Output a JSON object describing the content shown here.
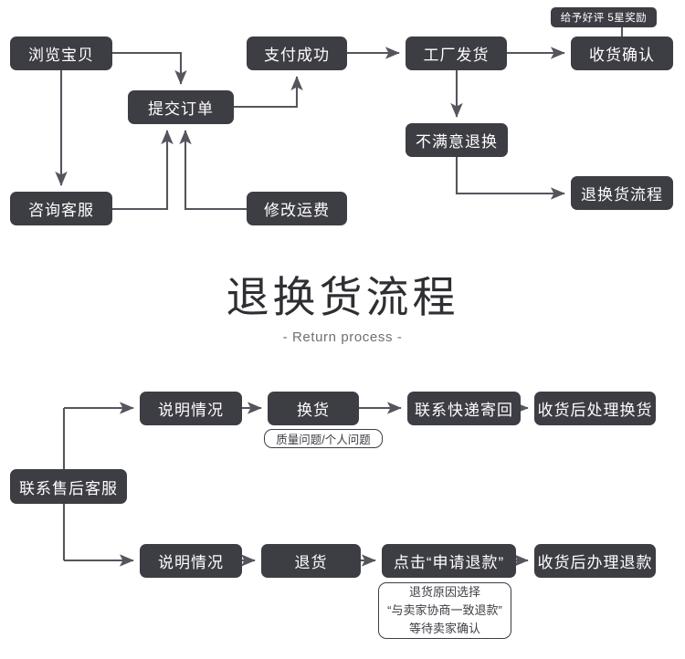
{
  "page": {
    "background": "#ffffff",
    "node_color": "#3d3d44",
    "node_text_color": "#ffffff",
    "line_color": "#55555d"
  },
  "title": {
    "main": "退换货流程",
    "subtitle": "- Return process -"
  },
  "order_flow": {
    "nodes": {
      "browse": "浏览宝贝",
      "submit_order": "提交订单",
      "consult_service": "咨询客服",
      "modify_shipping": "修改运费",
      "pay_success": "支付成功",
      "factory_ship": "工厂发货",
      "confirm_receipt": "收货确认",
      "unsatisfied_return": "不满意退换",
      "return_process": "退换货流程"
    },
    "annotations": {
      "five_star_reward": "给予好评 5星奖励"
    }
  },
  "return_flow": {
    "nodes": {
      "contact_after_sales": "联系售后客服",
      "explain_exchange": "说明情况",
      "exchange": "换货",
      "contact_courier": "联系快递寄回",
      "handle_exchange": "收货后处理换货",
      "explain_refund": "说明情况",
      "return_goods": "退货",
      "click_apply_refund": "点击“申请退款”",
      "handle_refund": "收货后办理退款"
    },
    "annotations": {
      "issue_type": "质量问题/个人问题",
      "refund_note_line1": "退货原因选择",
      "refund_note_line2": "“与卖家协商一致退款”",
      "refund_note_line3": "等待卖家确认"
    }
  }
}
